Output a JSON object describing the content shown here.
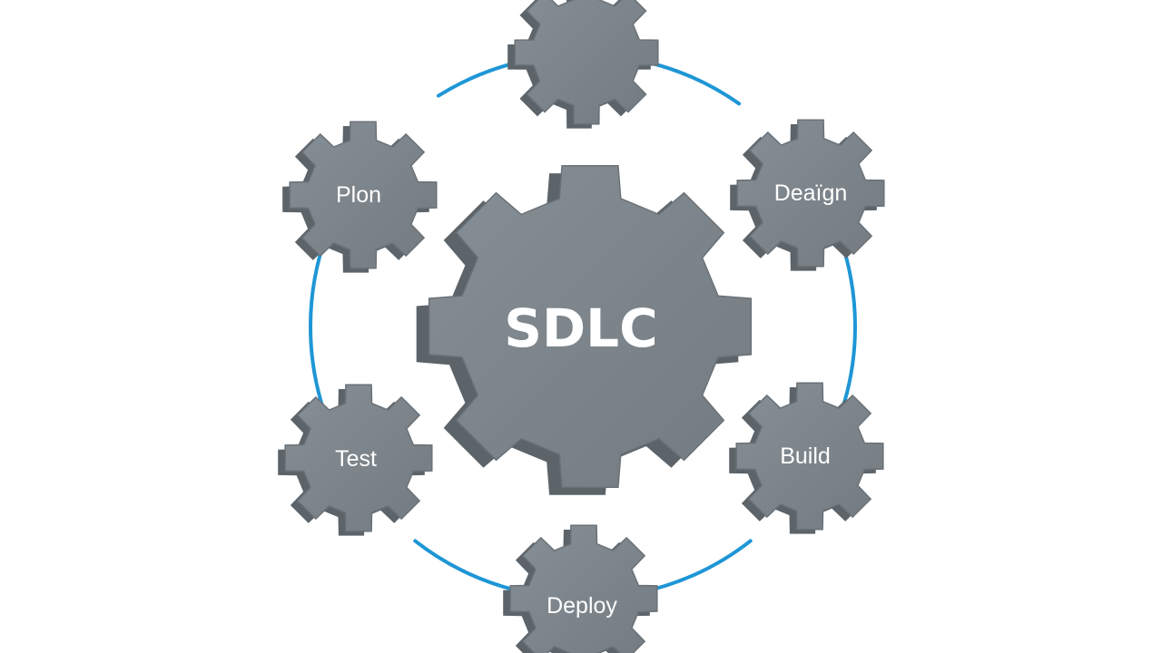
{
  "diagram": {
    "center": {
      "label": "SDLC"
    },
    "phases": [
      {
        "id": "top",
        "label": ""
      },
      {
        "id": "plan",
        "label": "Plon"
      },
      {
        "id": "design",
        "label": "Deaïgn"
      },
      {
        "id": "test",
        "label": "Test"
      },
      {
        "id": "build",
        "label": "Build"
      },
      {
        "id": "deploy",
        "label": "Deploy"
      }
    ]
  },
  "colors": {
    "background": "#ffffff",
    "gear_face": "#7a8389",
    "gear_side": "#5c646a",
    "gear_edge": "#6a7278",
    "label": "#ffffff",
    "connector": "#1e96d6"
  }
}
